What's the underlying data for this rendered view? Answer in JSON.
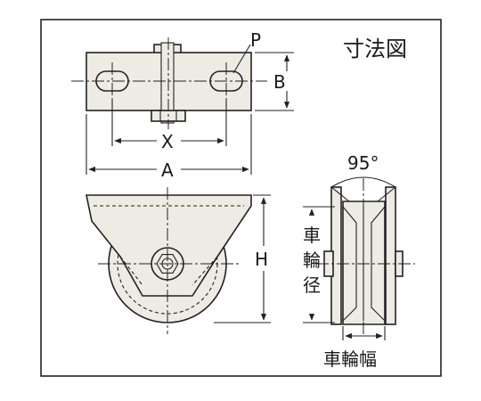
{
  "title": "寸法図",
  "labels": {
    "p": "P",
    "b": "B",
    "x": "X",
    "a": "A",
    "h": "H",
    "angle": "95°",
    "wheel_diameter": [
      "車",
      "輪",
      "径"
    ],
    "wheel_width": "車輪幅"
  }
}
